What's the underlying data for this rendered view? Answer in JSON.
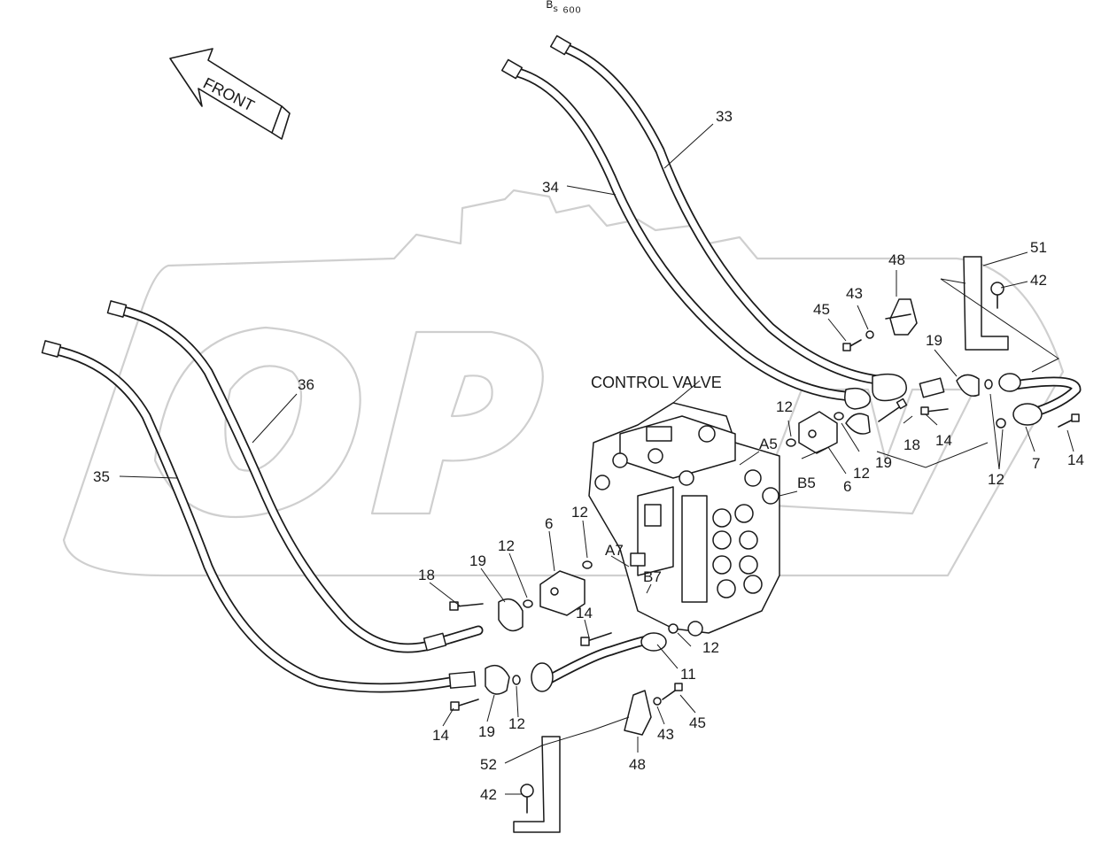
{
  "header_code": "ᴮₛ ₆₀₀",
  "front_arrow": {
    "text": "FRONT"
  },
  "control_valve_label": "CONTROL VALVE",
  "port_labels": [
    "A5",
    "B5",
    "A7",
    "B7"
  ],
  "part_numbers": {
    "p33": "33",
    "p34": "34",
    "p35": "35",
    "p36": "36",
    "p51": "51",
    "p48_top": "48",
    "p42_top": "42",
    "p43_top": "43",
    "p45_top": "45",
    "p19_right": "19",
    "p12_a5": "12",
    "p18_right": "18",
    "p14_right_a": "14",
    "p19_right_b": "19",
    "p12_right_b": "12",
    "p6_right": "6",
    "p12_right_c": "12",
    "p7": "7",
    "p14_right_b": "14",
    "p6_left": "6",
    "p12_a7": "12",
    "p12_left_a": "12",
    "p19_left_a": "19",
    "p18_left": "18",
    "p14_mid": "14",
    "p12_mid": "12",
    "p11": "11",
    "p14_left": "14",
    "p19_left_b": "19",
    "p12_left_b": "12",
    "p43_bottom": "43",
    "p45_bottom": "45",
    "p48_bottom": "48",
    "p52": "52",
    "p42_bottom": "42"
  },
  "colors": {
    "line": "#1a1a1a",
    "watermark": "#cfcfcf",
    "background": "#ffffff"
  }
}
